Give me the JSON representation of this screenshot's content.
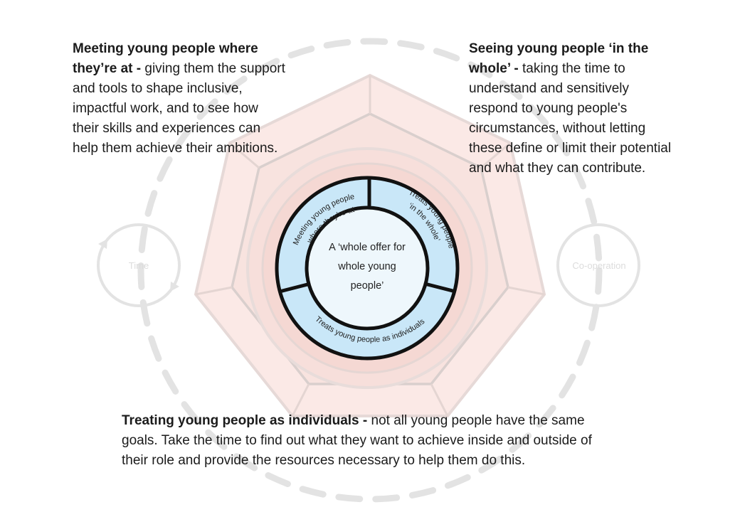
{
  "center": {
    "line1": "A ‘whole offer for",
    "line2": "whole young",
    "line3": "people’"
  },
  "ring_labels": {
    "top_left_line1": "Meeting young people",
    "top_left_line2": "where they’re at",
    "top_right_line1": "Treats young people",
    "top_right_line2": "‘in the whole’",
    "bottom": "Treats young people  as individuals"
  },
  "side_labels": {
    "left": "Time",
    "right": "Co-operation"
  },
  "blocks": {
    "top_left": {
      "heading": "Meeting young people where they’re at ",
      "separator": " - ",
      "body": "giving them the support and tools to shape inclusive, impactful work, and to see how their skills and experiences can help them achieve their ambitions."
    },
    "top_right": {
      "heading": "Seeing young people ‘in the whole’",
      "separator": " - ",
      "body": "taking the time to understand and sensitively respond to young people's circumstances, without letting these define or limit their potential and what they can contribute."
    },
    "bottom": {
      "heading": "Treating young people as individuals",
      "separator": " - ",
      "body": "not all young people have the same goals. Take the time to find out what they want to achieve inside and outside of their role and provide the resources necessary to help them do this."
    }
  },
  "colors": {
    "heptagon_fill": "#fbe9e6",
    "inner_ring_fill": "#f9ded9",
    "band_fill": "#c9e7f8",
    "core_fill": "#eef7fc",
    "outline": "#111111",
    "faded_stroke": "#e2e2e2",
    "faded_text": "#dcdcdc"
  }
}
